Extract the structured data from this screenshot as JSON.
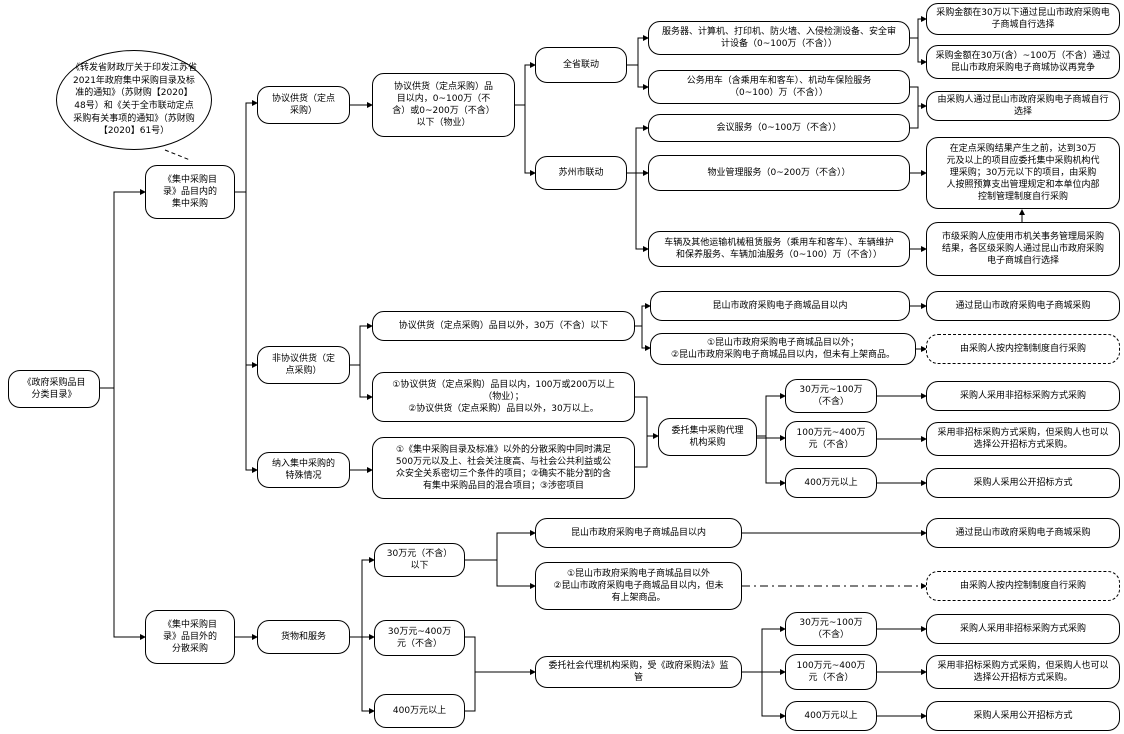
{
  "note": "《转发省财政厅关于印发江苏省\n2021年政府集中采购目录及标\n准的通知》（苏财购【2020】\n48号）和《关于全市联动定点\n采购有关事项的通知》（苏财购\n【2020】61号）",
  "root": "《政府采购品目\n分类目录》",
  "l1": {
    "in": "《集中采购目\n录》品目内的\n集中采购",
    "out": "《集中采购目\n录》品目外的\n分散采购"
  },
  "l2": {
    "agreement": "协议供货（定点\n采购）",
    "non_agreement": "非协议供货（定\n点采购）",
    "special": "纳入集中采购的\n特殊情况",
    "goods": "货物和服务"
  },
  "l3": {
    "within": "协议供货（定点采购）品\n目以内，0~100万（不\n含）或0~200万（不含）\n以下（物业）",
    "outside": "协议供货（定点采购）品目以外，30万（不含）以下",
    "cond": "①协议供货（定点采购）品目以内，100万或200万以上\n（物业）；\n②协议供货（定点采购）品目以外，30万以上。",
    "special_desc": "①《集中采购目录及标准》以外的分散采购中同时满足\n500万元以及上、社会关注度高、与社会公共利益或公\n众安全关系密切三个条件的项目；②确实不能分割的含\n有集中采购品目的混合项目；③涉密项目",
    "lt30": "30万元（不含）\n以下",
    "r30_400": "30万元~400万\n元（不含）",
    "ge400": "400万元以上"
  },
  "l4": {
    "province": "全省联动",
    "suzhou": "苏州市联动",
    "agency": "委托集中采购代理\n机构采购",
    "social_agency": "委托社会代理机构采购，受《政府采购法》监\n管"
  },
  "items": {
    "servers": "服务器、计算机、打印机、防火墙、入侵检测设备、安全审\n计设备（0~100万（不含））",
    "vehicles": "公务用车（含乘用车和客车）、机动车保险服务\n（0~100）万（不含））",
    "meeting": "会议服务（0~100万（不含））",
    "property": "物业管理服务（0~200万（不含））",
    "repair": "车辆及其他运输机械租赁服务（乘用车和客车）、车辆维护\n和保养服务、车辆加油服务（0~100）万（不含））",
    "mall_in": "昆山市政府采购电子商城品目以内",
    "mall_missing": "①昆山市政府采购电子商城品目以外；\n②昆山市政府采购电子商城品目以内，但未有上架商品。",
    "a_30_100": "30万元~100万\n（不含）",
    "a_100_400": "100万元~400万\n元（不含）",
    "a_400": "400万元以上",
    "mall_in2": "昆山市政府采购电子商城品目以内",
    "mall_missing2": "①昆山市政府采购电子商城品目以外\n②昆山市政府采购电子商城品目以内，但未\n有上架商品。",
    "b_30_100": "30万元~100万\n（不含）",
    "b_100_400": "100万元~400万\n元（不含）",
    "b_400": "400万元以上"
  },
  "results": {
    "r1": "采购金额在30万以下通过昆山市政府采购电\n子商城自行选择",
    "r2": "采购金额在30万(含）~100万（不含）通过\n昆山市政府采购电子商城协议再竞争",
    "r3": "由采购人通过昆山市政府采购电子商城自行\n选择",
    "r4": "在定点采购结果产生之前，达到30万\n元及以上的项目应委托集中采购机构代\n理采购；30万元以下的项目，由采购\n人按照预算支出管理规定和本单位内部\n控制管理制度自行采购",
    "r5": "市级采购人应使用市机关事务管理局采购\n结果，各区级采购人通过昆山市政府采购\n电子商城自行选择",
    "r6": "通过昆山市政府采购电子商城采购",
    "r7": "由采购人按内控制制度自行采购",
    "r8": "采购人采用非招标采购方式采购",
    "r9": "采用非招标采购方式采购，但采购人也可以\n选择公开招标方式采购。",
    "r10": "采购人采用公开招标方式",
    "r11": "通过昆山市政府采购电子商城采购",
    "r12": "由采购人按内控制制度自行采购",
    "r13": "采购人采用非招标采购方式采购",
    "r14": "采用非招标采购方式采购，但采购人也可以\n选择公开招标方式采购。",
    "r15": "采购人采用公开招标方式"
  }
}
